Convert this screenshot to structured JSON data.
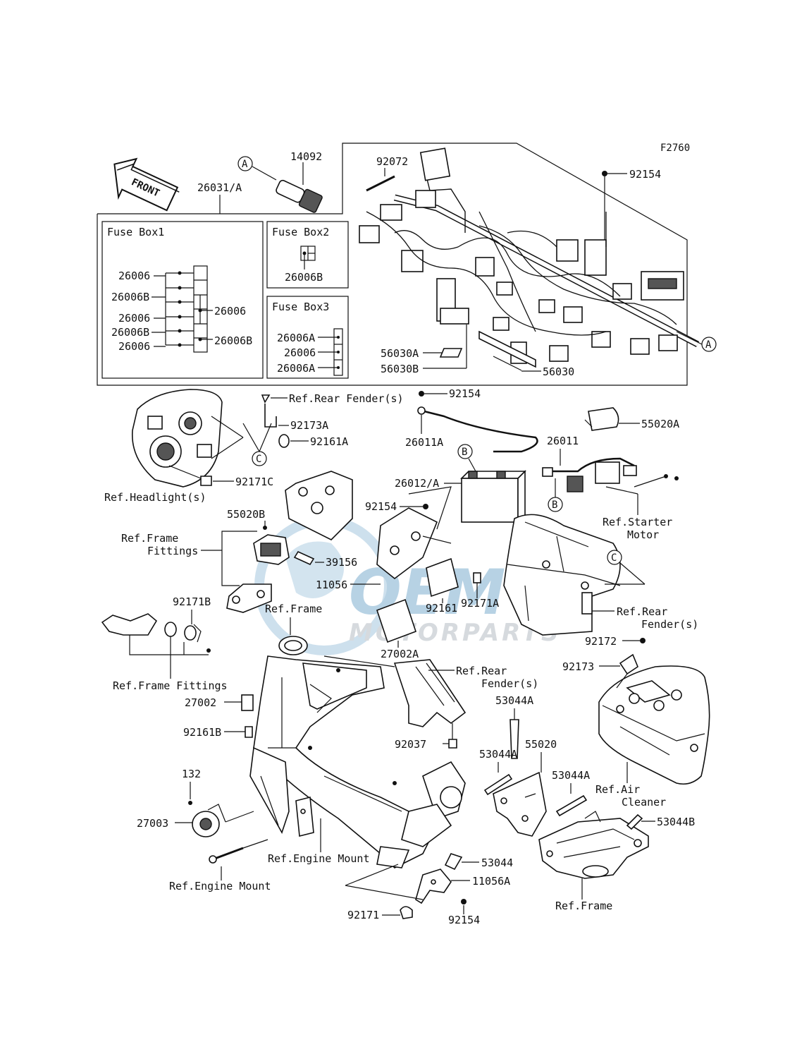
{
  "figure_code": "F2760",
  "direction_label": "FRONT",
  "callout_letters": [
    "A",
    "A",
    "B",
    "B",
    "C",
    "C"
  ],
  "boxes": {
    "fuse_box1": {
      "title": "Fuse Box1",
      "left_labels": [
        "26006",
        "26006B",
        "26006",
        "26006B",
        "26006"
      ],
      "right_labels": [
        "26006",
        "26006B"
      ]
    },
    "fuse_box2": {
      "title": "Fuse Box2",
      "label": "26006B"
    },
    "fuse_box3": {
      "title": "Fuse Box3",
      "labels": [
        "26006A",
        "26006",
        "26006A"
      ]
    }
  },
  "labels": {
    "p14092": "14092",
    "p26031A": "26031/A",
    "p92072": "92072",
    "p92154_top": "92154",
    "p56030A": "56030A",
    "p56030B": "56030B",
    "p56030": "56030",
    "ref_rear_fender_1": "Ref.Rear Fender(s)",
    "p92173A": "92173A",
    "p92161A": "92161A",
    "p92171C": "92171C",
    "ref_headlight": "Ref.Headlight(s)",
    "p92154_mid": "92154",
    "p26011A": "26011A",
    "p55020A": "55020A",
    "p26011": "26011",
    "p26012A": "26012/A",
    "ref_starter_1": "Ref.Starter",
    "ref_starter_2": "Motor",
    "p55020B": "55020B",
    "p92154_c": "92154",
    "ref_frame_fit_1": "Ref.Frame",
    "ref_frame_fit_2": "Fittings",
    "p39156": "39156",
    "p11056": "11056",
    "p92171A": "92171A",
    "ref_rear_fender_2a": "Ref.Rear",
    "ref_rear_fender_2b": "Fender(s)",
    "p92171B": "92171B",
    "ref_frame_1": "Ref.Frame",
    "p92161": "92161",
    "p27002A": "27002A",
    "p92172": "92172",
    "p92173": "92173",
    "ref_frame_fittings": "Ref.Frame Fittings",
    "ref_rear_fender_3a": "Ref.Rear",
    "ref_rear_fender_3b": "Fender(s)",
    "p27002": "27002",
    "p53044A_1": "53044A",
    "p92161B": "92161B",
    "p92037": "92037",
    "p53044A_2": "53044A",
    "p55020": "55020",
    "p53044A_3": "53044A",
    "ref_air_1": "Ref.Air",
    "ref_air_2": "Cleaner",
    "p132": "132",
    "p27003": "27003",
    "p53044B": "53044B",
    "ref_engine_mount_1": "Ref.Engine Mount",
    "p53044": "53044",
    "p11056A": "11056A",
    "ref_engine_mount_2": "Ref.Engine Mount",
    "p92171": "92171",
    "p92154_bot": "92154",
    "ref_frame_2": "Ref.Frame"
  },
  "watermark": {
    "main": "OEM",
    "sub": "MOTORPARTS"
  },
  "colors": {
    "line": "#111111",
    "watermark_blue": "#9fc3dc",
    "watermark_gray": "#c9ced3"
  }
}
